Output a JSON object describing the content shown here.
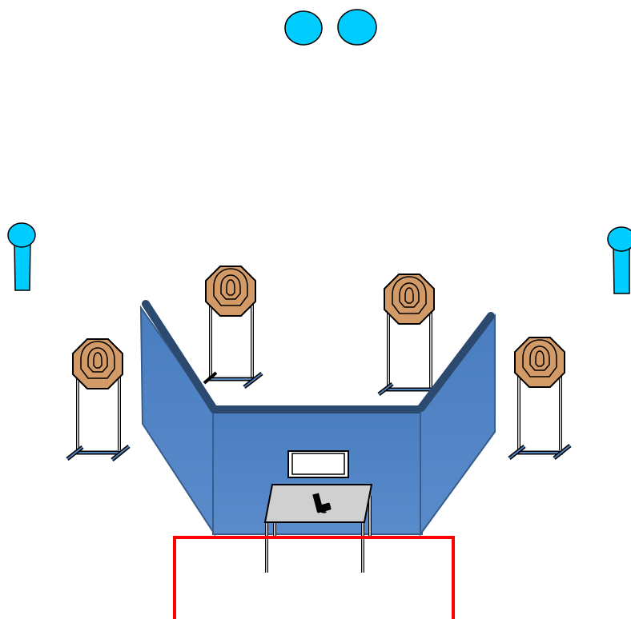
{
  "diagram": {
    "type": "shooting-stage-layout",
    "elements": {
      "no_shoot_targets": [
        "no-shoot-popper",
        "no-shoot-popper"
      ],
      "no_shoot_poppers": [
        "no-shoot-popper",
        "no-shoot-popper"
      ],
      "steel_targets": [
        "steel-target",
        "steel-target",
        "steel-target",
        "steel-target"
      ],
      "walls": [
        "left-wall",
        "back-wall",
        "right-wall"
      ],
      "table": "table-with-pistol",
      "box": "ammo-box",
      "shooting_area": "start-box"
    },
    "colors": {
      "no_shoot": "#00ccff",
      "target_fill": "#d19a66",
      "wall": "#4f81bd",
      "wall_edge": "#385d8a",
      "table": "#d0d0d0",
      "start_box": "#ff0000",
      "stand_base": "#4f81bd"
    }
  }
}
